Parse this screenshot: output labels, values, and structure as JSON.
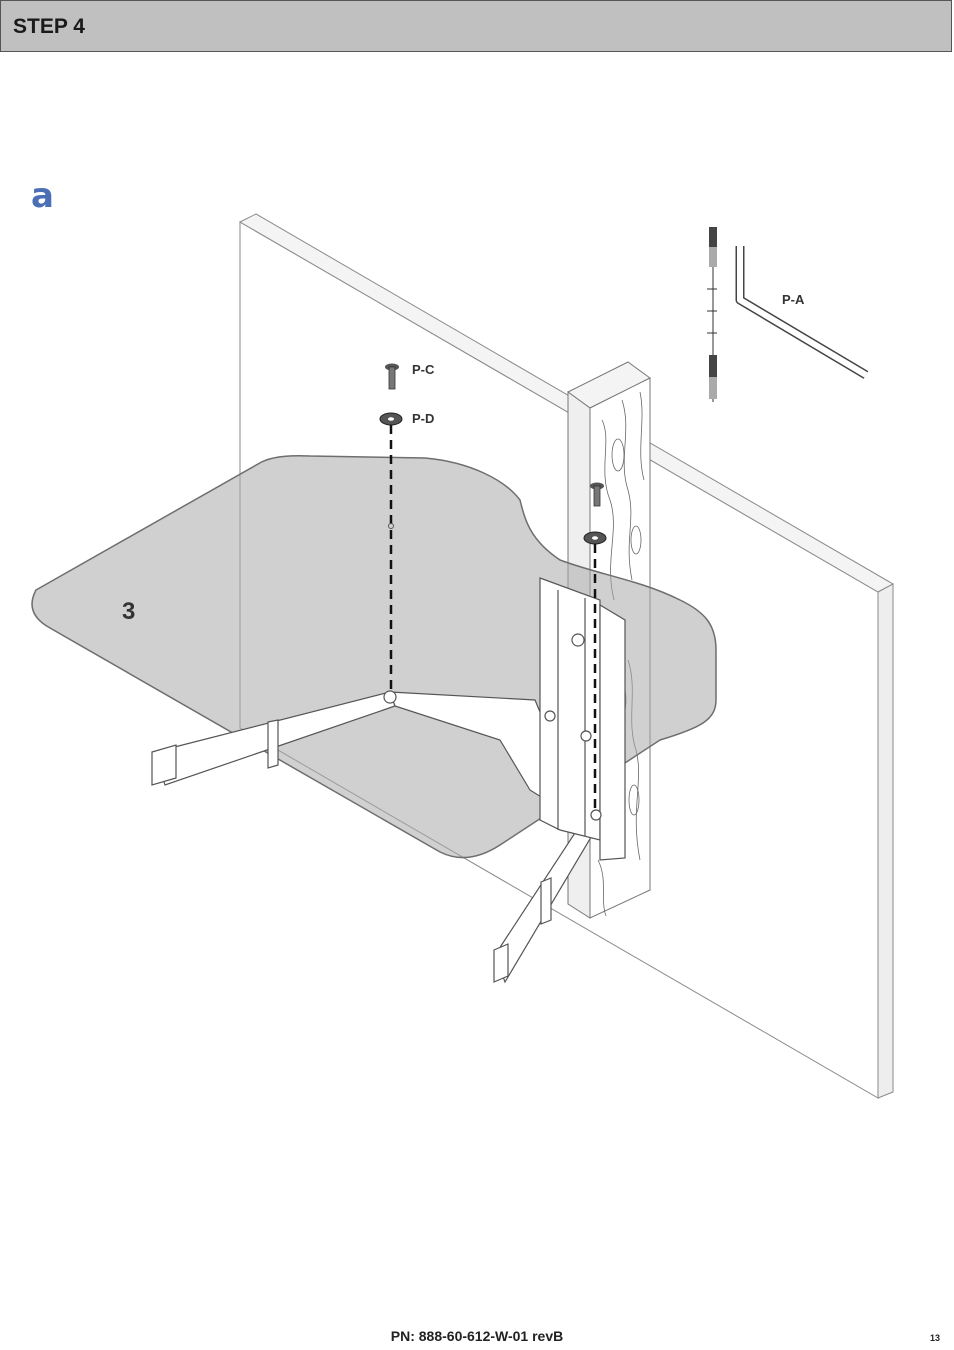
{
  "header": {
    "title": "STEP 4"
  },
  "substep": {
    "label": "a"
  },
  "illustration": {
    "part_number": "3",
    "labels": {
      "allen_key": "P-A",
      "screw": "P-C",
      "washer": "P-D"
    }
  },
  "colors": {
    "header_bg": "#c0c0c0",
    "substep_letter": "#4a6fb5",
    "shelf_glass": "#a9a9a9"
  },
  "footer": {
    "part_number": "PN: 888-60-612-W-01 revB",
    "page": "13"
  }
}
